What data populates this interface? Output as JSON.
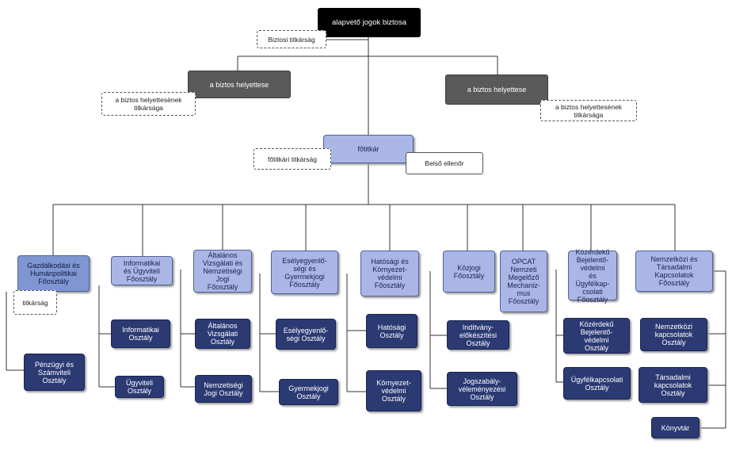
{
  "org": {
    "ombudsman": "alapvető jogok biztosa",
    "ombudsman_secretariat": "Biztosi titkárság",
    "deputy_left": "a biztos helyettese",
    "deputy_left_secretariat": "a biztos helyettesének\ntitkársága",
    "deputy_right": "a biztos helyettese",
    "deputy_right_secretariat": "a biztos helyettesének\ntitkársága",
    "secretary_general": "főtitkár",
    "secretary_general_secretariat": "főtitkári titkárság",
    "internal_audit": "Belső ellenőr",
    "departments": [
      {
        "name": "Gazdálkodási és\nHumánpolitikai\nFőosztály",
        "secretariat": "titkárság",
        "units": [
          "Pénzügyi és\nSzámviteli\nOsztály"
        ]
      },
      {
        "name": "Informatikai\nés Ügyviteli\nFőosztály",
        "units": [
          "Informatikai\nOsztály",
          "Ügyviteli\nOsztály"
        ]
      },
      {
        "name": "Általános\nVizsgálati és\nNemzetiségi\nJogi\nFőosztály",
        "units": [
          "Általános\nVizsgálati\nOsztály",
          "Nemzetiségi\nJogi Osztály"
        ]
      },
      {
        "name": "Esélyegyenlő-\nségi és\nGyermekjogi\nFőosztály",
        "units": [
          "Esélyegyenlő-\nségi Osztály",
          "Gyermekjogi\nOsztály"
        ]
      },
      {
        "name": "Hatósági és\nKörnyezet-\nvédelmi\nFőosztály",
        "units": [
          "Hatósági\nOsztály",
          "Környezet-\nvédelmi\nOsztály"
        ]
      },
      {
        "name": "Közjogi\nFőosztály",
        "units": [
          "Indítvány-\nelőkészítési\nOsztály",
          "Jogszabály-\nvéleményezési\nOsztály"
        ]
      },
      {
        "name": "OPCAT\nNemzeti\nMegelőző\nMechaniz-\nmus\nFőosztály",
        "units": []
      },
      {
        "name": "Közérdekű\nBejelentő-\nvédelmi\nés\nÜgyfélkap-\ncsolati\nFőosztály",
        "units": [
          "Közérdekű\nBejelentő-\nvédelmi\nOsztály",
          "Ügyfélkapcsolati\nOsztály"
        ]
      },
      {
        "name": "Nemzetközi és\nTársadalmi\nKapcsolatok\nFőosztály",
        "units": [
          "Nemzetközi\nkapcsolatok\nOsztály",
          "Társadalmi\nkapcsolatok\nOsztály",
          "Könyvtár"
        ]
      }
    ]
  }
}
